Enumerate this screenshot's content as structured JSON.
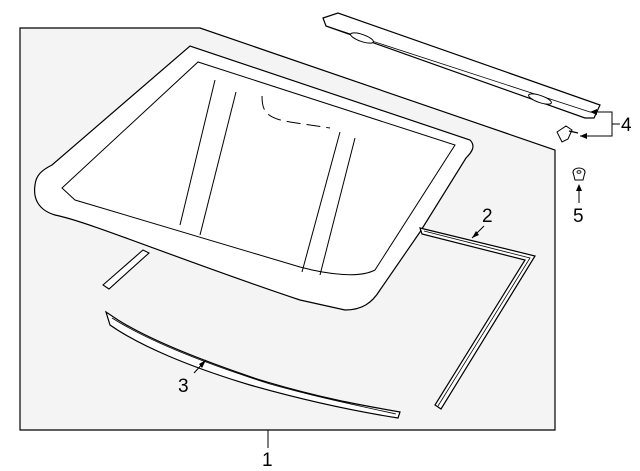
{
  "diagram": {
    "callouts": [
      {
        "id": "1",
        "label": "1"
      },
      {
        "id": "2",
        "label": "2"
      },
      {
        "id": "3",
        "label": "3"
      },
      {
        "id": "4",
        "label": "4"
      },
      {
        "id": "5",
        "label": "5"
      }
    ],
    "colors": {
      "panel": "#f4f4f4",
      "line": "#000000",
      "background": "#ffffff"
    }
  }
}
